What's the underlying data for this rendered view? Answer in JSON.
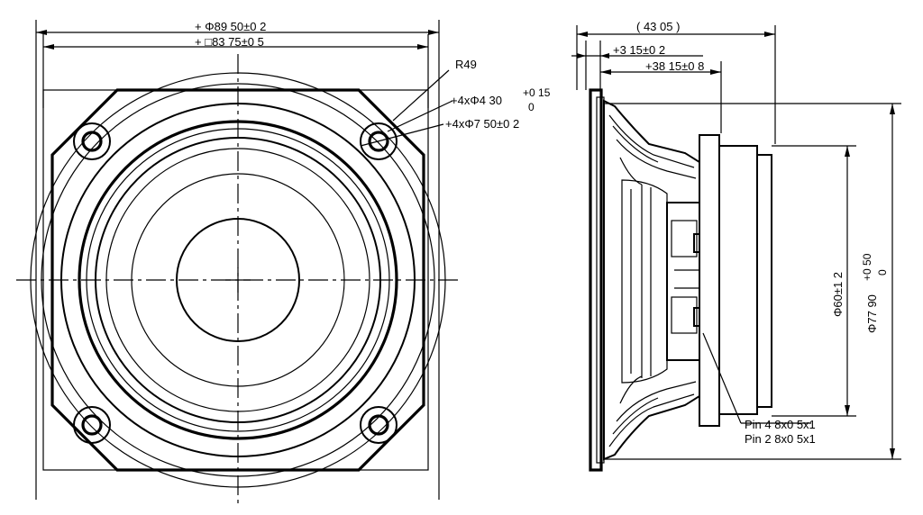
{
  "front_view": {
    "dim_outer_diameter": "Φ89 50±0 2",
    "dim_square": "□83 75±0 5",
    "radius_label": "R49",
    "hole_small_label": "4xΦ4 30",
    "hole_small_tol_upper": "+0 15",
    "hole_small_tol_lower": "0",
    "hole_large_label": "4xΦ7 50±0 2"
  },
  "side_view": {
    "dim_total_depth": "( 43 05 )",
    "dim_flange_thickness": "3 15±0 2",
    "dim_mount_depth": "38 15±0 8",
    "dim_magnet_diameter": "Φ60±1 2",
    "dim_basket_diameter": "Φ77 90",
    "dim_basket_tol_upper": "+0 50",
    "dim_basket_tol_lower": "0",
    "pin_label_1": "Pin 4 8x0 5x1",
    "pin_label_2": "Pin 2 8x0 5x1"
  }
}
